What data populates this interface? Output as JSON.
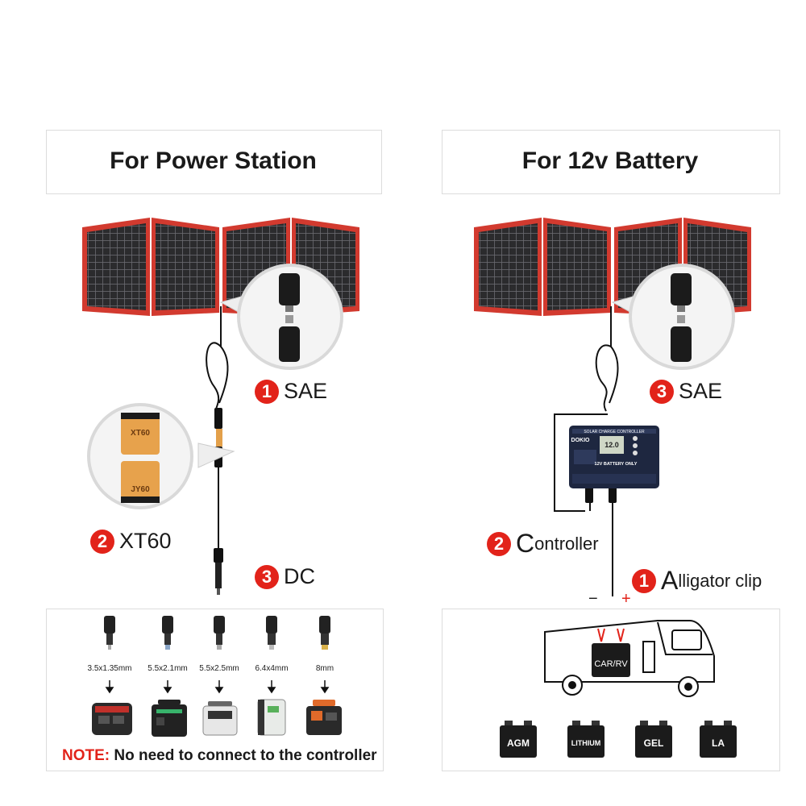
{
  "left": {
    "title": "For Power Station",
    "labels": [
      {
        "num": "1",
        "text": "SAE"
      },
      {
        "num": "2",
        "text": "XT60"
      },
      {
        "num": "3",
        "text": "DC"
      }
    ],
    "xt60_top": "XT60",
    "xt60_bottom": "JY60",
    "tips": [
      "3.5x1.35mm",
      "5.5x2.1mm",
      "5.5x2.5mm",
      "6.4x4mm",
      "8mm"
    ],
    "note_prefix": "NOTE:",
    "note_text": " No need to connect to the controller"
  },
  "right": {
    "title": "For 12v Battery",
    "labels": [
      {
        "num": "3",
        "text": "SAE"
      },
      {
        "num": "2",
        "first": "C",
        "rest": "ontroller"
      },
      {
        "num": "1",
        "first": "A",
        "rest": "lligator clip"
      }
    ],
    "controller_brand": "DOKIO",
    "controller_header": "SOLAR CHARGE CONTROLLER",
    "controller_text": "12V BATTERY ONLY",
    "controller_display": "12.0",
    "minus": "−",
    "plus": "+",
    "rv_battery": "CAR/RV",
    "batteries": [
      "AGM",
      "LITHIUM",
      "GEL",
      "LA"
    ]
  },
  "colors": {
    "accent": "#e2231a",
    "panel_frame": "#d23a2f",
    "panel_cell": "#2b2b2d"
  }
}
